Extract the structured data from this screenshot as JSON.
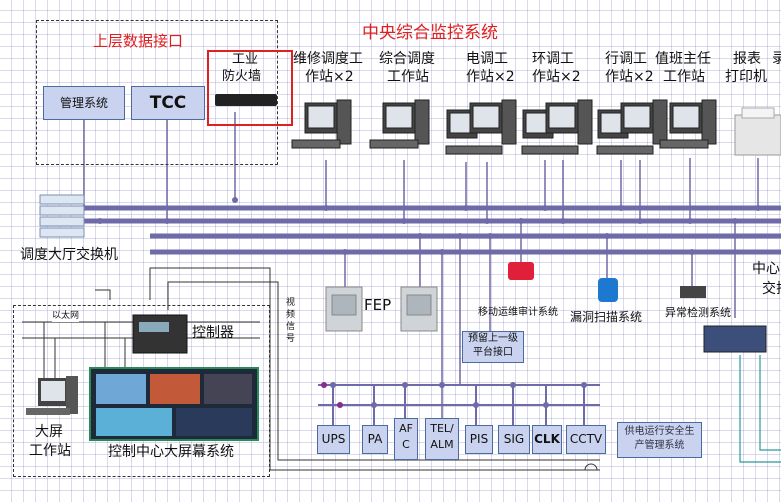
{
  "title": "中央综合监控系统",
  "upper_interface": {
    "label": "上层数据接口",
    "mgmt": "管理系统",
    "tcc": "TCC",
    "firewall_line1": "工业",
    "firewall_line2": "防火墙"
  },
  "workstations": [
    {
      "line1": "维修调度工",
      "line2": "作站×2"
    },
    {
      "line1": "综合调度",
      "line2": "工作站"
    },
    {
      "line1": "电调工",
      "line2": "作站×2"
    },
    {
      "line1": "环调工",
      "line2": "作站×2"
    },
    {
      "line1": "行调工",
      "line2": "作站×2"
    },
    {
      "line1": "值班主任",
      "line2": "工作站"
    },
    {
      "line1": "报表",
      "line2": "打印机"
    }
  ],
  "right_edge_partial": {
    "top": "录",
    "center_line1": "中心",
    "center_line2": "交拉"
  },
  "hall_switch": "调度大厅交换机",
  "fep": "FEP",
  "video_signal": [
    "视",
    "频",
    "信",
    "号"
  ],
  "devices": {
    "mobile_audit": "移动运维审计系统",
    "leak_scan": "漏洞扫描系统",
    "anomaly": "异常检测系统"
  },
  "reserved": {
    "line1": "预留上一级",
    "line2": "平台接口"
  },
  "subsystems": [
    "UPS",
    "PA",
    "AF C",
    "TEL/ ALM",
    "PIS",
    "SIG",
    "CLK",
    "CCTV"
  ],
  "power_safety": {
    "line1": "供电运行安全生",
    "line2": "产管理系统"
  },
  "left_panel": {
    "ethernet": "以太网",
    "controller": "控制器",
    "big_screen_ws_line1": "大屏",
    "big_screen_ws_line2": "工作站",
    "screen_system": "控制中心大屏幕系统"
  },
  "colors": {
    "bus": "#6f6aa8",
    "red": "#e02020",
    "box_fill": "#c9d3ef",
    "teal": "#2a9a9a"
  }
}
